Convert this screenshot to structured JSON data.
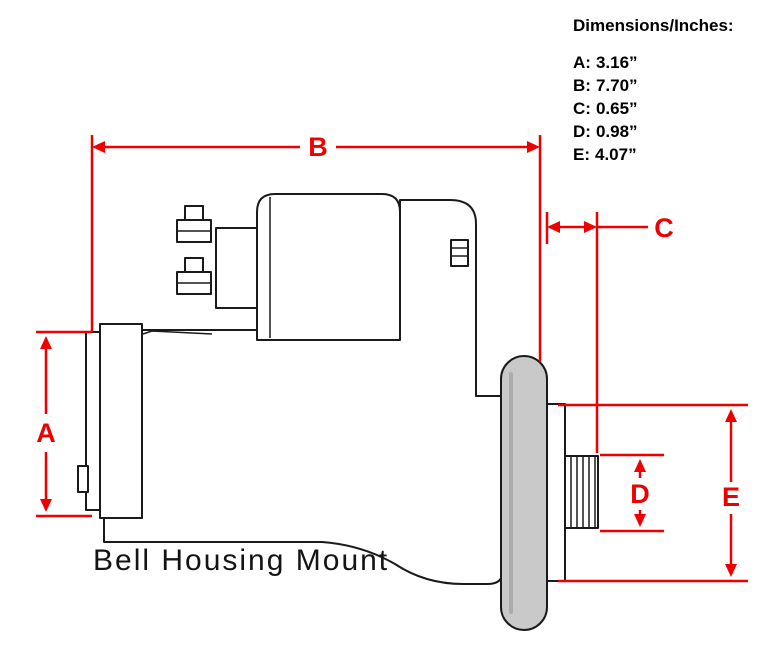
{
  "legend": {
    "title": "Dimensions/Inches:",
    "entries": [
      {
        "label": "A:",
        "value": "3.16”"
      },
      {
        "label": "B:",
        "value": "7.70”"
      },
      {
        "label": "C:",
        "value": "0.65”"
      },
      {
        "label": "D:",
        "value": "0.98”"
      },
      {
        "label": "E:",
        "value": "4.07”"
      }
    ]
  },
  "diagram": {
    "caption": "Bell Housing Mount",
    "labels": {
      "a": "A",
      "b": "B",
      "c": "C",
      "d": "D",
      "e": "E"
    }
  },
  "colors": {
    "dimension_red": "#ee0000",
    "line_black": "#1a1a1a",
    "flange_gray": "#c9c9c9",
    "background": "#ffffff"
  }
}
